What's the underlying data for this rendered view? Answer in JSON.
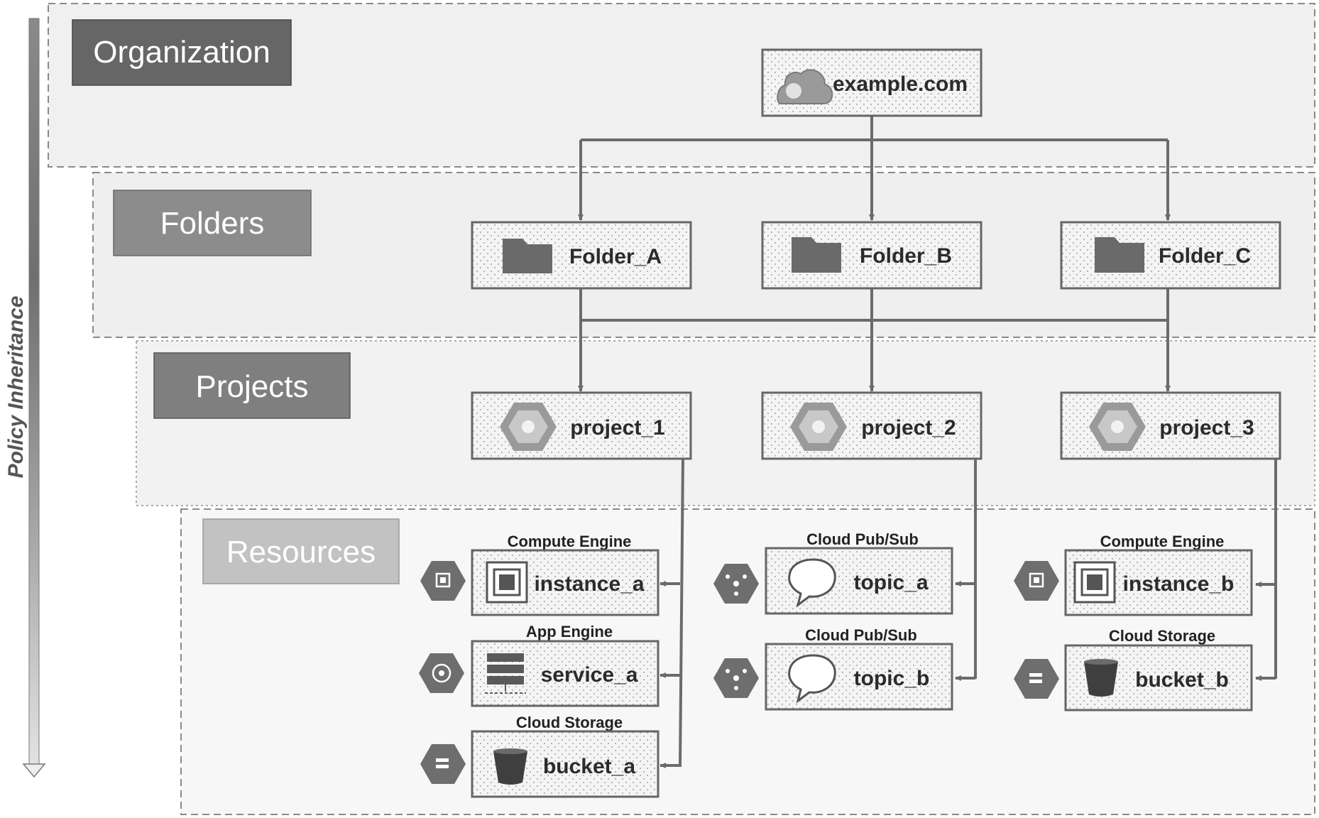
{
  "side_label": "Policy Inheritance",
  "tiers": {
    "organization": "Organization",
    "folders": "Folders",
    "projects": "Projects",
    "resources": "Resources"
  },
  "org": {
    "label": "example.com",
    "icon": "cloud-icon"
  },
  "folders": [
    {
      "label": "Folder_A",
      "icon": "folder-icon"
    },
    {
      "label": "Folder_B",
      "icon": "folder-icon"
    },
    {
      "label": "Folder_C",
      "icon": "folder-icon"
    }
  ],
  "projects": [
    {
      "label": "project_1",
      "icon": "project-hexagon-icon"
    },
    {
      "label": "project_2",
      "icon": "project-hexagon-icon"
    },
    {
      "label": "project_3",
      "icon": "project-hexagon-icon"
    }
  ],
  "resources": [
    {
      "service": "Compute Engine",
      "label": "instance_a",
      "icon": "chip-icon"
    },
    {
      "service": "App Engine",
      "label": "service_a",
      "icon": "server-icon"
    },
    {
      "service": "Cloud Storage",
      "label": "bucket_a",
      "icon": "bucket-icon"
    },
    {
      "service": "Cloud Pub/Sub",
      "label": "topic_a",
      "icon": "speech-bubble-icon"
    },
    {
      "service": "Cloud Pub/Sub",
      "label": "topic_b",
      "icon": "speech-bubble-icon"
    },
    {
      "service": "Compute Engine",
      "label": "instance_b",
      "icon": "chip-icon"
    },
    {
      "service": "Cloud Storage",
      "label": "bucket_b",
      "icon": "bucket-icon"
    }
  ],
  "colors": {
    "org_band": "#f0f0f0",
    "folders_band": "#efefef",
    "projects_band": "#f2f2f2",
    "resources_band": "#f7f7f7",
    "org_tag": "#666666",
    "folders_tag": "#8c8c8c",
    "projects_tag": "#7f7f7f",
    "resources_tag": "#c2c2c2",
    "connector": "#6b6b6b"
  }
}
